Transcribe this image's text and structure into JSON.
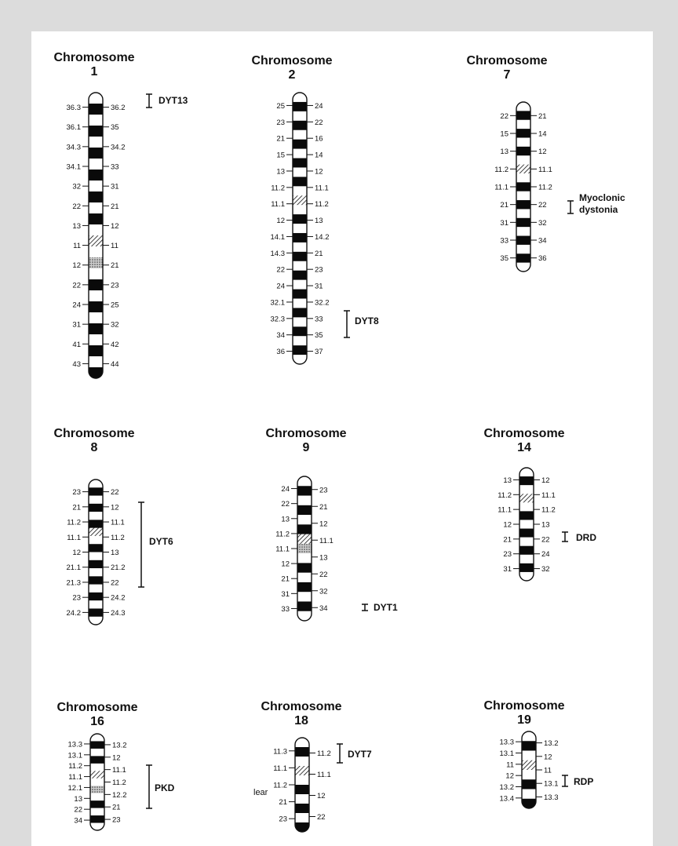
{
  "chromosomes": [
    {
      "title": "Chromosome",
      "number": "1",
      "bands": [
        "w",
        "b",
        "w",
        "b",
        "w",
        "b",
        "w",
        "b",
        "w",
        "b",
        "w",
        "b",
        "w",
        "h",
        "w",
        "s",
        "w",
        "b",
        "w",
        "b",
        "w",
        "b",
        "w",
        "b",
        "w",
        "b"
      ],
      "left": [
        "36.3",
        "36.1",
        "34.3",
        "34.1",
        "32",
        "22",
        "13",
        "11",
        "12",
        "22",
        "24",
        "31",
        "41",
        "43"
      ],
      "right": [
        "36.2",
        "35",
        "34.2",
        "33",
        "31",
        "21",
        "12",
        "11",
        "21",
        "23",
        "25",
        "32",
        "42",
        "44"
      ],
      "disease": "DYT13"
    },
    {
      "title": "Chromosome",
      "number": "2",
      "bands": [
        "w",
        "b",
        "w",
        "b",
        "w",
        "b",
        "w",
        "b",
        "w",
        "b",
        "w",
        "h",
        "w",
        "b",
        "w",
        "b",
        "w",
        "b",
        "w",
        "b",
        "w",
        "b",
        "w",
        "b",
        "w",
        "b",
        "w",
        "b",
        "w"
      ],
      "left": [
        "25",
        "23",
        "21",
        "15",
        "13",
        "11.2",
        "11.1",
        "12",
        "14.1",
        "14.3",
        "22",
        "24",
        "32.1",
        "32.3",
        "34",
        "36"
      ],
      "right": [
        "24",
        "22",
        "16",
        "14",
        "12",
        "11.1",
        "11.2",
        "13",
        "14.2",
        "21",
        "23",
        "31",
        "32.2",
        "33",
        "35",
        "37"
      ],
      "disease": "DYT8"
    },
    {
      "title": "Chromosome",
      "number": "7",
      "bands": [
        "w",
        "b",
        "w",
        "b",
        "w",
        "b",
        "w",
        "h",
        "w",
        "b",
        "w",
        "b",
        "w",
        "b",
        "w",
        "b",
        "w",
        "b",
        "w"
      ],
      "left": [
        "22",
        "15",
        "13",
        "11.2",
        "11.1",
        "21",
        "31",
        "33",
        "35"
      ],
      "right": [
        "21",
        "14",
        "12",
        "11.1",
        "11.2",
        "22",
        "32",
        "34",
        "36"
      ],
      "disease": "Myoclonic",
      "disease2": "dystonia"
    },
    {
      "title": "Chromosome",
      "number": "8",
      "bands": [
        "w",
        "b",
        "w",
        "b",
        "w",
        "b",
        "h",
        "w",
        "b",
        "w",
        "b",
        "w",
        "b",
        "w",
        "b",
        "w",
        "b",
        "w"
      ],
      "left": [
        "23",
        "21",
        "11.2",
        "11.1",
        "12",
        "21.1",
        "21.3",
        "23",
        "24.2"
      ],
      "right": [
        "22",
        "12",
        "11.1",
        "11.2",
        "13",
        "21.2",
        "22",
        "24.2",
        "24.3"
      ],
      "disease": "DYT6"
    },
    {
      "title": "Chromosome",
      "number": "9",
      "bands": [
        "w",
        "b",
        "w",
        "b",
        "w",
        "b",
        "h",
        "s",
        "w",
        "b",
        "w",
        "b",
        "w",
        "b",
        "w"
      ],
      "left": [
        "24",
        "22",
        "13",
        "11.2",
        "11.1",
        "12",
        "21",
        "31",
        "33"
      ],
      "right": [
        "23",
        "21",
        "12",
        "11.1",
        "13",
        "22",
        "32",
        "34"
      ],
      "disease": "DYT1"
    },
    {
      "title": "Chromosome",
      "number": "14",
      "bands": [
        "w",
        "b",
        "w",
        "h",
        "w",
        "b",
        "w",
        "b",
        "w",
        "b",
        "w",
        "b",
        "w"
      ],
      "left": [
        "13",
        "11.2",
        "11.1",
        "12",
        "21",
        "23",
        "31"
      ],
      "right": [
        "12",
        "11.1",
        "11.2",
        "13",
        "22",
        "24",
        "32"
      ],
      "disease": "DRD"
    },
    {
      "title": "Chromosome",
      "number": "16",
      "bands": [
        "w",
        "b",
        "w",
        "b",
        "w",
        "h",
        "w",
        "s",
        "w",
        "b",
        "w",
        "b",
        "w"
      ],
      "left": [
        "13.3",
        "13.1",
        "11.2",
        "11.1",
        "12.1",
        "13",
        "22",
        "34"
      ],
      "right": [
        "13.2",
        "12",
        "11.1",
        "11.2",
        "12.2",
        "21",
        "23"
      ],
      "disease": "PKD"
    },
    {
      "title": "Chromosome",
      "number": "18",
      "bands": [
        "w",
        "b",
        "w",
        "h",
        "w",
        "b",
        "w",
        "b",
        "w",
        "b"
      ],
      "left": [
        "11.3",
        "11.1",
        "11.2",
        "21",
        "23"
      ],
      "right": [
        "11.2",
        "11.1",
        "12",
        "22"
      ],
      "disease": "DYT7",
      "stray": "lear"
    },
    {
      "title": "Chromosome",
      "number": "19",
      "bands": [
        "w",
        "b",
        "w",
        "h",
        "w",
        "b",
        "w",
        "b"
      ],
      "left": [
        "13.3",
        "13.1",
        "11",
        "12",
        "13.2",
        "13.4"
      ],
      "right": [
        "13.2",
        "12",
        "11",
        "13.1",
        "13.3"
      ],
      "disease": "RDP"
    }
  ]
}
